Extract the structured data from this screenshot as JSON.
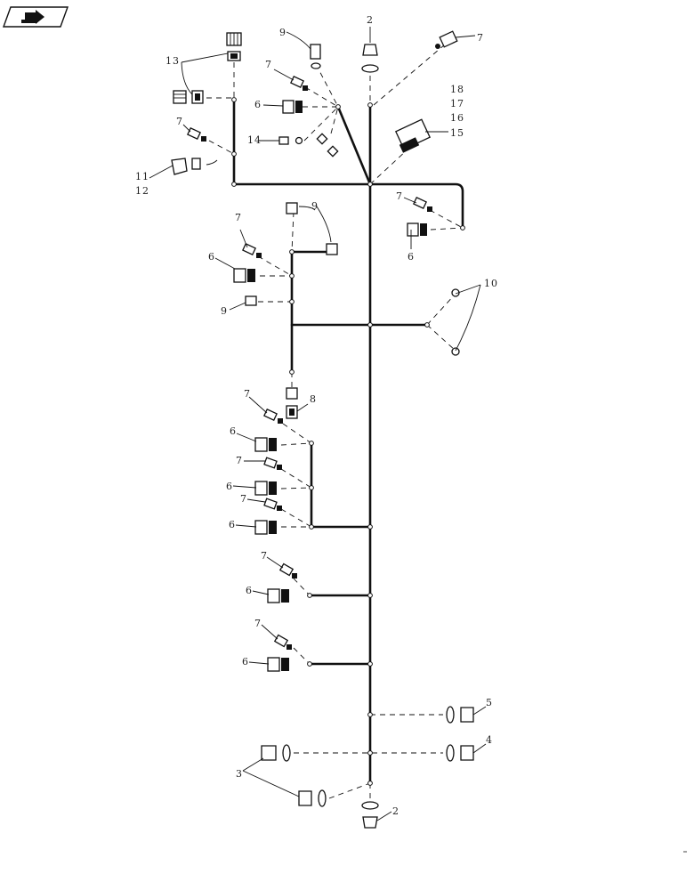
{
  "nav_icon": "previous-page-arrow-icon",
  "colors": {
    "line": "#111111",
    "background": "#ffffff"
  },
  "callouts": {
    "c2_top": "2",
    "c2_bottom": "2",
    "c3": "3",
    "c4": "4",
    "c5": "5",
    "c6_a": "6",
    "c6_b": "6",
    "c6_c": "6",
    "c6_d": "6",
    "c6_e": "6",
    "c6_f": "6",
    "c6_g": "6",
    "c6_h": "6",
    "c7_a": "7",
    "c7_b": "7",
    "c7_c": "7",
    "c7_d": "7",
    "c7_e": "7",
    "c7_f": "7",
    "c7_g": "7",
    "c7_h": "7",
    "c7_i": "7",
    "c7_j": "7",
    "c8": "8",
    "c9_a": "9",
    "c9_b": "9",
    "c9_c": "9",
    "c10": "10",
    "c11": "11",
    "c12": "12",
    "c13": "13",
    "c14": "14",
    "c15": "15",
    "c16": "16",
    "c17": "17",
    "c18": "18"
  }
}
